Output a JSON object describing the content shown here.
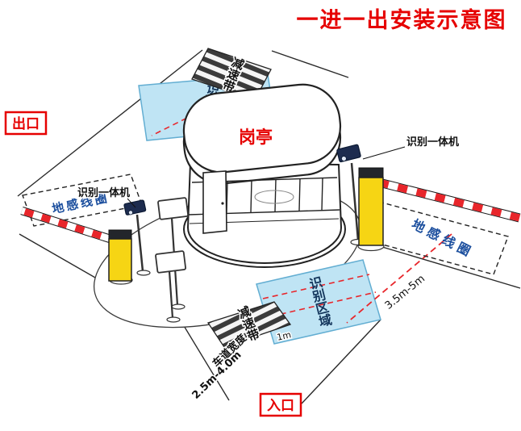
{
  "title": "一进一出安装示意图",
  "exit": {
    "label": "出口"
  },
  "entrance": {
    "label": "入口"
  },
  "booth": {
    "label": "岗亭"
  },
  "zones": {
    "top_label": "识别区域",
    "bottom_label": "识别区域"
  },
  "speed_bumps": {
    "top_label": "减速带",
    "bottom_label": "减速带"
  },
  "ground_loops": {
    "left_label": "地感线圈",
    "right_label": "地感线圈"
  },
  "cameras": {
    "left_label": "识别一体机",
    "right_label": "识别一体机"
  },
  "measurements": {
    "barrier_to_zone": "3.5m-5m",
    "zone_inner": "1m",
    "lane_width_title": "车道宽度",
    "lane_width_range": "2.5m-4.0m"
  },
  "colors": {
    "accent_red": "#e60000",
    "arm_red": "#e8262b",
    "zone_fill": "#bfe4f4",
    "zone_border": "#63aed2",
    "loop_text": "#1c4f9e",
    "barrier_yellow": "#f6d514",
    "stripe_dark": "#3b3b3b"
  }
}
